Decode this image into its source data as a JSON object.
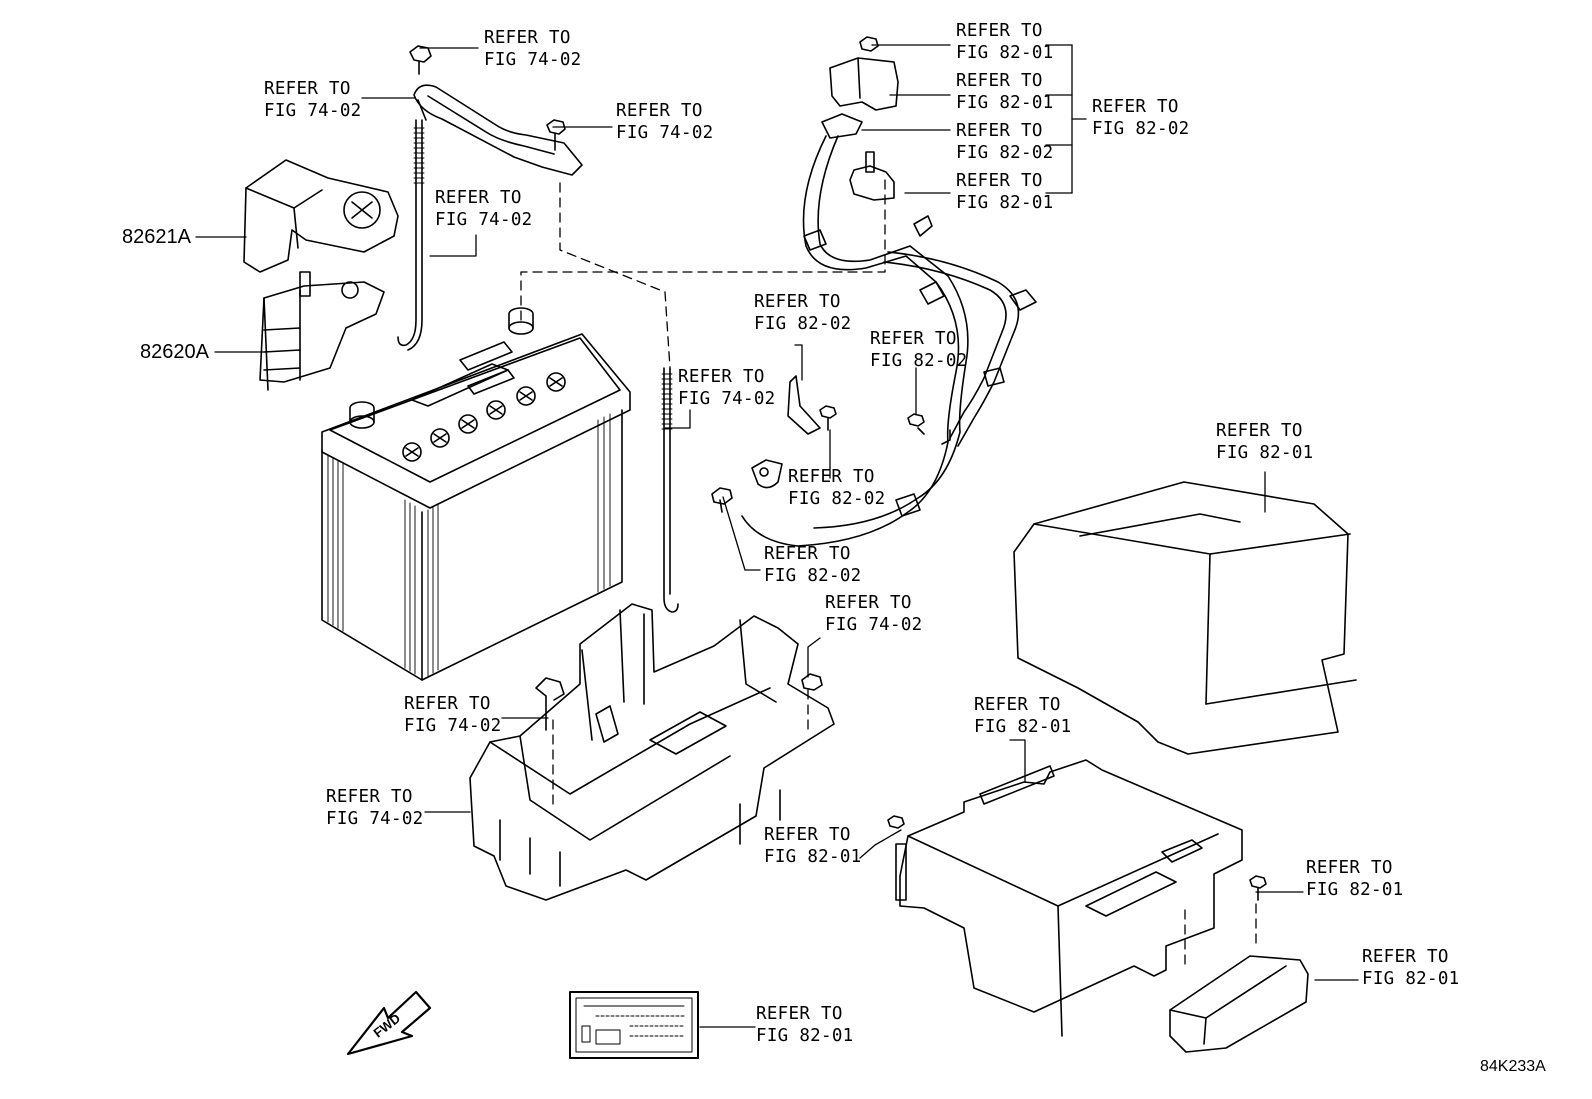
{
  "part_numbers": {
    "terminal_cover": "82621A",
    "terminal": "82620A"
  },
  "callouts": [
    {
      "id": "c1",
      "l1": "REFER TO",
      "l2": "FIG 74-02"
    },
    {
      "id": "c2",
      "l1": "REFER TO",
      "l2": "FIG 74-02"
    },
    {
      "id": "c3",
      "l1": "REFER TO",
      "l2": "FIG 74-02"
    },
    {
      "id": "c4",
      "l1": "REFER TO",
      "l2": "FIG 74-02"
    },
    {
      "id": "c5",
      "l1": "REFER TO",
      "l2": "FIG 74-02"
    },
    {
      "id": "c6",
      "l1": "REFER TO",
      "l2": "FIG 82-01"
    },
    {
      "id": "c7",
      "l1": "REFER TO",
      "l2": "FIG 82-01"
    },
    {
      "id": "c8",
      "l1": "REFER TO",
      "l2": "FIG 82-02"
    },
    {
      "id": "c9",
      "l1": "REFER TO",
      "l2": "FIG 82-01"
    },
    {
      "id": "c10",
      "l1": "REFER TO",
      "l2": "FIG 82-02"
    },
    {
      "id": "c11",
      "l1": "REFER TO",
      "l2": "FIG 82-02"
    },
    {
      "id": "c12",
      "l1": "REFER TO",
      "l2": "FIG 82-02"
    },
    {
      "id": "c13",
      "l1": "REFER TO",
      "l2": "FIG 82-02"
    },
    {
      "id": "c14",
      "l1": "REFER TO",
      "l2": "FIG 82-02"
    },
    {
      "id": "c15",
      "l1": "REFER TO",
      "l2": "FIG 82-01"
    },
    {
      "id": "c16",
      "l1": "REFER TO",
      "l2": "FIG 74-02"
    },
    {
      "id": "c17",
      "l1": "REFER TO",
      "l2": "FIG 74-02"
    },
    {
      "id": "c18",
      "l1": "REFER TO",
      "l2": "FIG 74-02"
    },
    {
      "id": "c19",
      "l1": "REFER TO",
      "l2": "FIG 82-01"
    },
    {
      "id": "c20",
      "l1": "REFER TO",
      "l2": "FIG 82-01"
    },
    {
      "id": "c21",
      "l1": "REFER TO",
      "l2": "FIG 82-01"
    },
    {
      "id": "c22",
      "l1": "REFER TO",
      "l2": "FIG 82-01"
    },
    {
      "id": "c23",
      "l1": "REFER TO",
      "l2": "FIG 82-01"
    }
  ],
  "fwd_label": "FWD",
  "figure_code": "84K233A",
  "colors": {
    "line": "#000000",
    "background": "#ffffff"
  }
}
